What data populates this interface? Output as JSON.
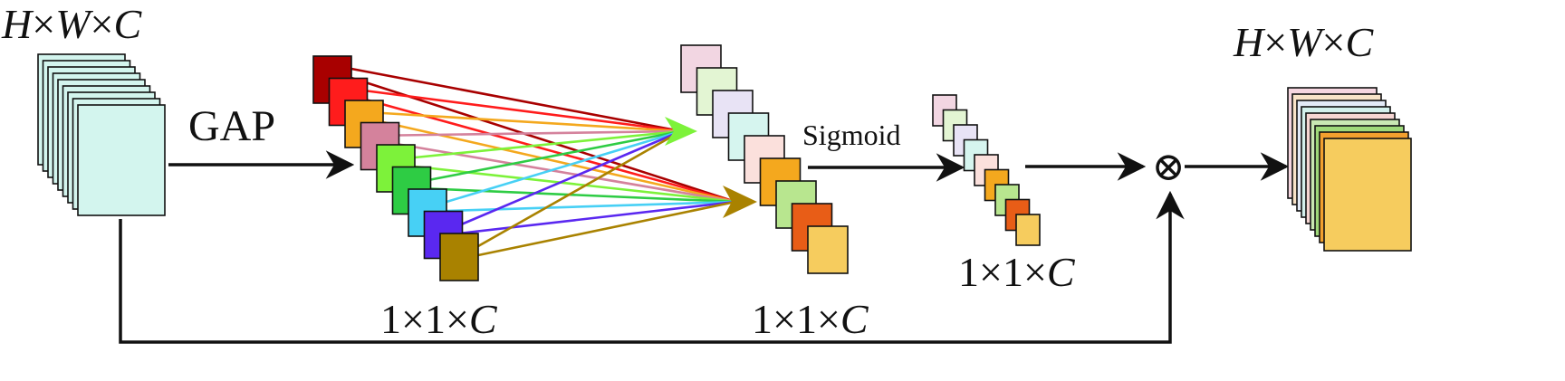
{
  "labels": {
    "input_dims": {
      "h": "H",
      "w": "W",
      "c": "C",
      "sep": "×"
    },
    "output_dims": {
      "h": "H",
      "w": "W",
      "c": "C",
      "sep": "×"
    },
    "gap": "GAP",
    "sigmoid": "Sigmoid",
    "gap_vector_dims": {
      "a": "1",
      "b": "1",
      "c": "C",
      "sep": "×"
    },
    "weighted_vector_dims": {
      "a": "1",
      "b": "1",
      "c": "C",
      "sep": "×"
    },
    "sigmoid_vector_dims": {
      "a": "1",
      "b": "1",
      "c": "C",
      "sep": "×"
    },
    "multiply_symbol": "⊗"
  },
  "colors": {
    "input_stack": "#d3f5ee",
    "gap_channels": [
      "#a80000",
      "#ff1c1c",
      "#f4a81e",
      "#d4829c",
      "#7df23a",
      "#2ecc44",
      "#47d0f5",
      "#5a28f0",
      "#a98200"
    ],
    "weighted_channels": [
      "#f2d6e2",
      "#e3f5d3",
      "#e8e3f5",
      "#d6f5ef",
      "#fbe0dc",
      "#f4a81e",
      "#b8e68f",
      "#e85d17",
      "#f6cc5e"
    ],
    "output_stack": [
      "#f6d6e0",
      "#f9e3c8",
      "#e3eaf7",
      "#d3f0ec",
      "#f6d6d3",
      "#c9e8b3",
      "#9fd97a",
      "#f2a02e",
      "#f6cc5e"
    ],
    "arrow_targets": [
      "#7df23a",
      "#a98200"
    ]
  }
}
